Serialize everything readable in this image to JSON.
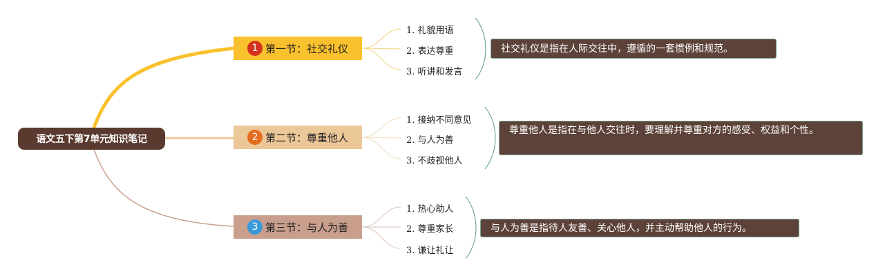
{
  "root": {
    "title": "语文五下第7单元知识笔记"
  },
  "sections": [
    {
      "number": "1",
      "title": "第一节：社交礼仪",
      "items": [
        "1. 礼貌用语",
        "2. 表达尊重",
        "3. 听讲和发言"
      ],
      "summary": "社交礼仪是指在人际交往中，遵循的一套惯例和规范。"
    },
    {
      "number": "2",
      "title": "第二节：尊重他人",
      "items": [
        "1. 接纳不同意见",
        "2. 与人为善",
        "3. 不歧视他人"
      ],
      "summary": "尊重他人是指在与他人交往时，要理解并尊重对方的感受、权益和个性。"
    },
    {
      "number": "3",
      "title": "第三节：与人为善",
      "items": [
        "1. 热心助人",
        "2. 尊重家长",
        "3. 谦让礼让"
      ],
      "summary": "与人为善是指待人友善、关心他人，并主动帮助他人的行为。"
    }
  ],
  "colors": {
    "root_bg": "#5a3a2e",
    "section1": "#f9c12d",
    "section2": "#ecc898",
    "section3": "#c99e8d",
    "summary_bg": "#5c4238",
    "bracket": "#5a9c7c"
  }
}
